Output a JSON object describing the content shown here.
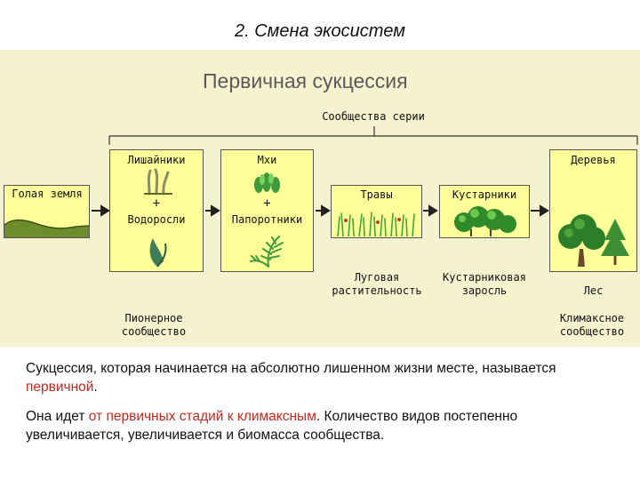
{
  "slide_title": "2. Смена экосистем",
  "diagram": {
    "title": "Первичная сукцессия",
    "series_label": "Сообщества серии",
    "stages": {
      "bare_ground": "Голая земля",
      "lichens": "Лишайники",
      "plus1": "+",
      "algae": "Водоросли",
      "mosses": "Мхи",
      "plus2": "+",
      "ferns": "Папоротники",
      "grasses": "Травы",
      "shrubs": "Кустарники",
      "trees": "Деревья"
    },
    "captions": {
      "meadow_1": "Луговая",
      "meadow_2": "растительность",
      "scrub_1": "Кустарниковая",
      "scrub_2": "заросль",
      "forest": "Лес",
      "pioneer_1": "Пионерное",
      "pioneer_2": "сообщество",
      "climax_1": "Климаксное",
      "climax_2": "сообщество"
    },
    "colors": {
      "box_fill": "#ffff9a",
      "panel_fill": "#f5f3cf",
      "highlight": "#c8281e"
    }
  },
  "text": {
    "p1_a": "Сукцессия, которая начинается на абсолютно лишенном жизни месте, называется ",
    "p1_hl": "первичной",
    "p1_b": ".",
    "p2_a": "Она идет ",
    "p2_hl": "от первичных стадий к климаксным",
    "p2_b": ". Количество видов постепенно увеличивается, увеличивается и биомасса сообщества."
  }
}
